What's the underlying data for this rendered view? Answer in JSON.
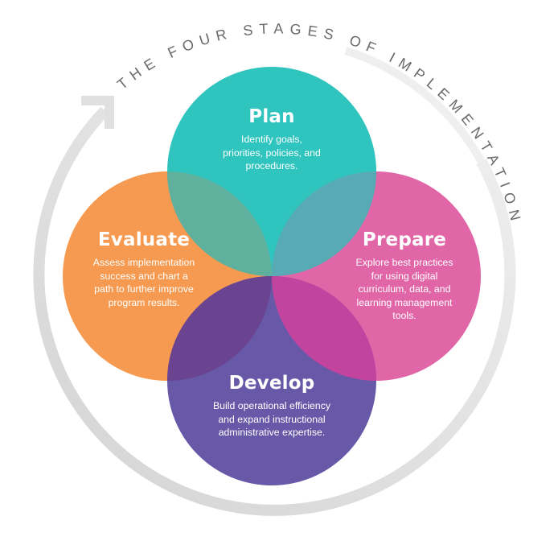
{
  "diagram": {
    "title": "THE FOUR STAGES OF IMPLEMENTATION",
    "stages": [
      {
        "id": "plan",
        "title": "Plan",
        "description_lines": [
          "Identify goals,",
          "priorities, policies, and",
          "procedures."
        ],
        "color": "#30c4bf"
      },
      {
        "id": "prepare",
        "title": "Prepare",
        "description_lines": [
          "Explore best practices",
          "for using digital",
          "curriculum, data, and",
          "learning management",
          "tools."
        ],
        "color": "#e066a8"
      },
      {
        "id": "develop",
        "title": "Develop",
        "description_lines": [
          "Build operational efficiency",
          "and expand instructional",
          "administrative expertise."
        ],
        "color": "#6858a8"
      },
      {
        "id": "evaluate",
        "title": "Evaluate",
        "description_lines": [
          "Assess implementation",
          "success and chart a",
          "path to further improve",
          "program results."
        ],
        "color": "#f59a50"
      }
    ],
    "overlap_colors": {
      "plan_evaluate": "#5fb09d",
      "plan_prepare": "#58aab4",
      "evaluate_develop": "#6a4490",
      "prepare_develop": "#c3449e",
      "center": "#6a6aa0"
    },
    "cycle_ring_color": "#dedede",
    "cycle_direction": "clockwise",
    "arrow_icon": "arrow-up-right-icon"
  }
}
